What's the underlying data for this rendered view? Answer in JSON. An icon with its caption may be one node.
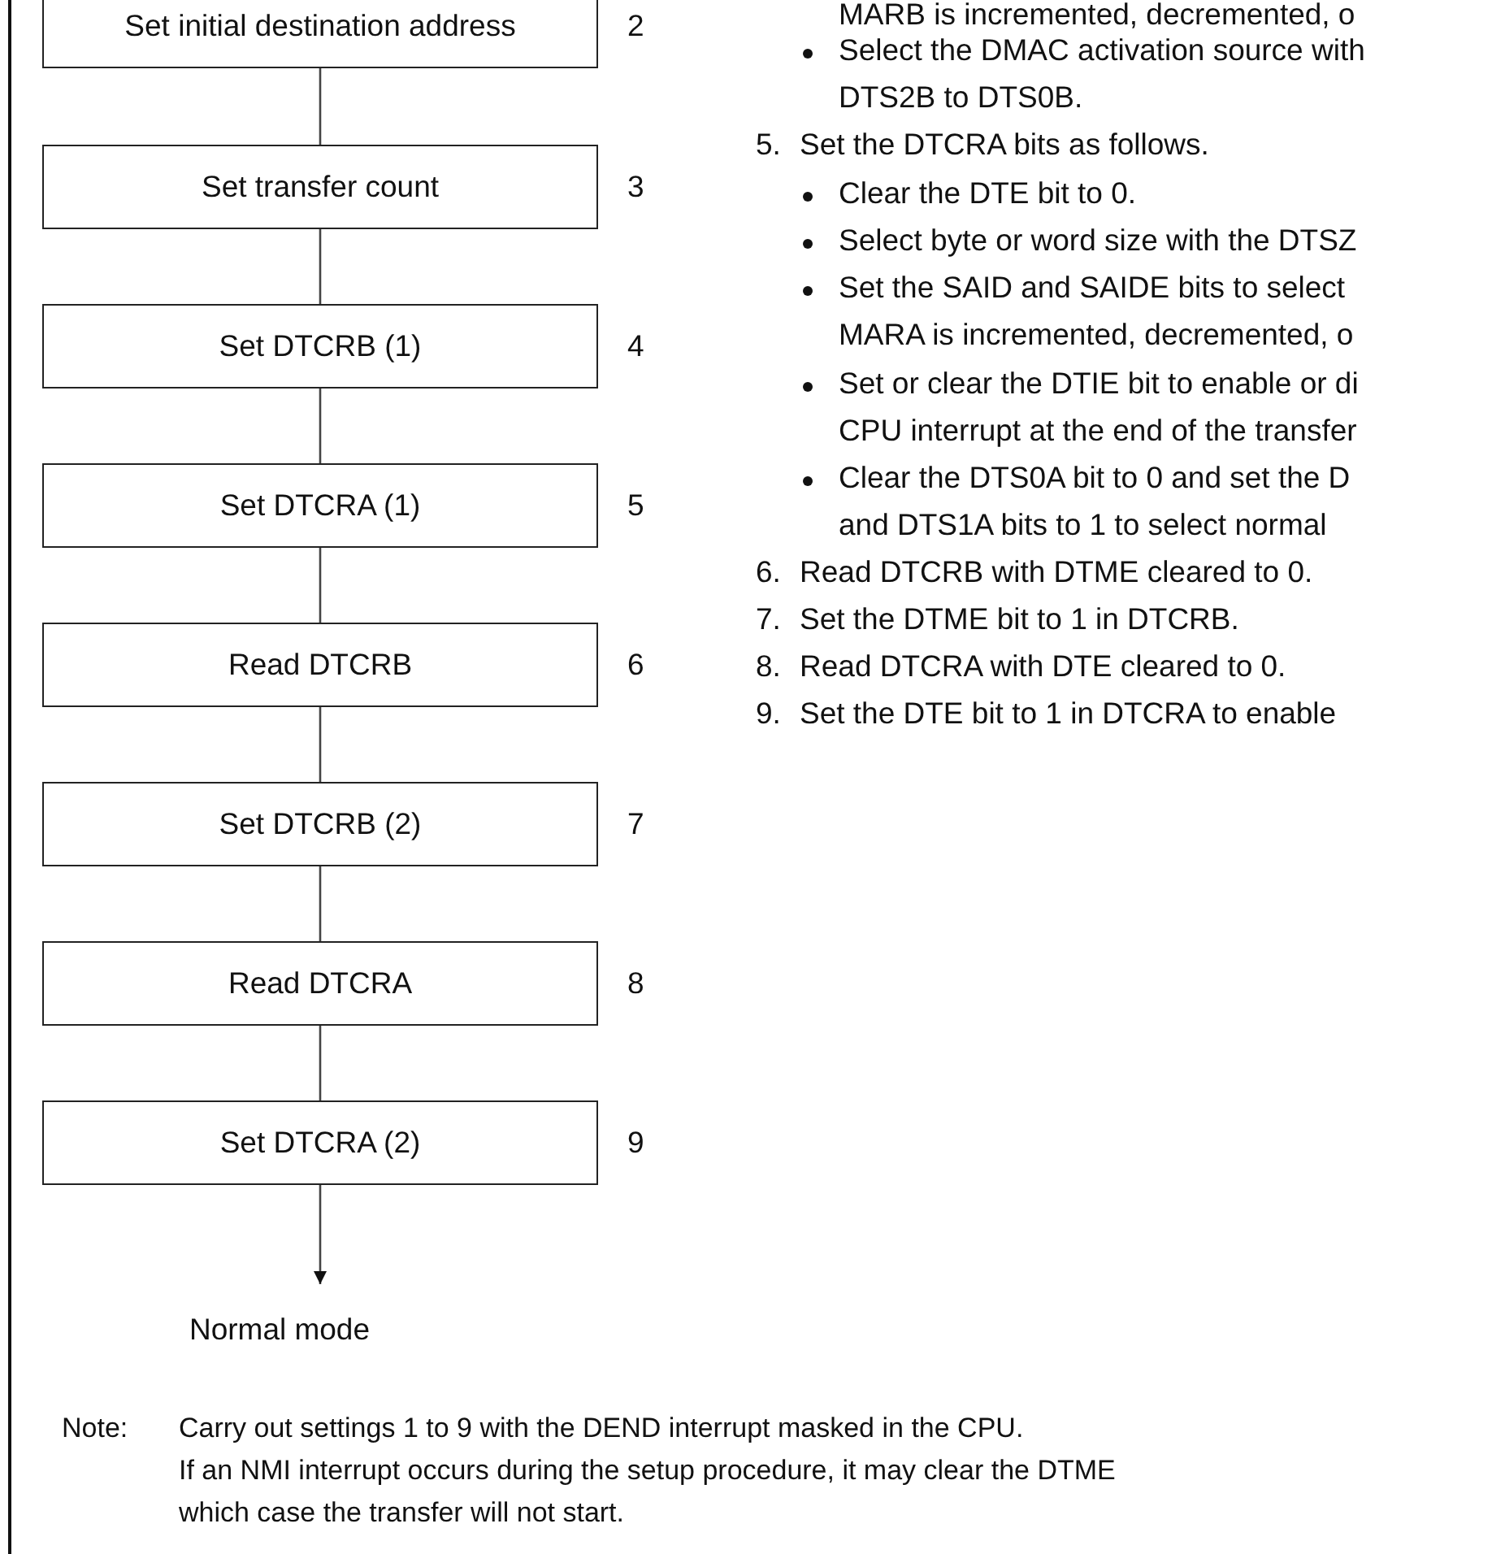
{
  "diagram": {
    "nodes": [
      {
        "text": [
          "Set initial destination address"
        ],
        "beside": [
          "2"
        ]
      },
      {
        "text": [
          "Set transfer count"
        ],
        "beside": [
          "3"
        ]
      },
      {
        "text": [
          "Set DTCRB (1)"
        ],
        "beside": [
          "4"
        ]
      },
      {
        "text": [
          "Set DTCRA (1)"
        ],
        "beside": [
          "5"
        ]
      },
      {
        "text": [
          "Read DTCRB"
        ],
        "beside": [
          "6"
        ]
      },
      {
        "text": [
          "Set DTCRB (2)"
        ],
        "beside": [
          "7"
        ]
      },
      {
        "text": [
          "Read DTCRA"
        ],
        "beside": [
          "8"
        ]
      },
      {
        "text": [
          "Set DTCRA (2)"
        ],
        "beside": [
          "9"
        ]
      },
      {
        "text": [
          "Normal mode"
        ]
      }
    ],
    "edges": [
      {
        "from": 0,
        "to": 1,
        "arrow": "none"
      },
      {
        "from": 1,
        "to": 2,
        "arrow": "none"
      },
      {
        "from": 2,
        "to": 3,
        "arrow": "none"
      },
      {
        "from": 3,
        "to": 4,
        "arrow": "none"
      },
      {
        "from": 4,
        "to": 5,
        "arrow": "none"
      },
      {
        "from": 5,
        "to": 6,
        "arrow": "none"
      },
      {
        "from": 6,
        "to": 7,
        "arrow": "none"
      },
      {
        "from": 7,
        "to": 8,
        "arrow": "to"
      }
    ],
    "labels": [
      "MARB is incremented, decremented, o",
      "Select the DMAC activation source with",
      "DTS2B to DTS0B.",
      "5.",
      "Set the DTCRA bits as follows.",
      "Clear the DTE bit to 0.",
      "Select byte or word size with the DTSZ",
      "Set the SAID and SAIDE bits to select",
      "MARA is incremented, decremented, o",
      "Set or clear the DTIE bit to enable or di",
      "CPU interrupt at the end of the transfer",
      "Clear the DTS0A bit to 0 and set the D",
      "and DTS1A  bits to 1 to select normal",
      "6.",
      "Read DTCRB with DTME cleared to 0.",
      "7.",
      "Set the DTME bit to 1 in DTCRB.",
      "8.",
      "Read DTCRA with DTE cleared to 0.",
      "9.",
      "Set the DTE bit to 1 in DTCRA to enable",
      "Note:",
      "Carry out settings 1 to 9 with the DEND interrupt masked in the CPU.",
      "If an NMI interrupt occurs during the setup procedure, it may clear the DTME",
      "which case the transfer will not start."
    ]
  }
}
